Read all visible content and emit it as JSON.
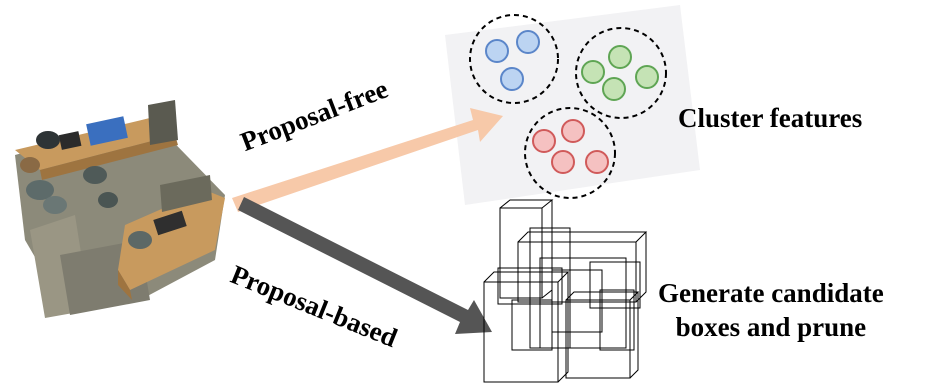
{
  "labels": {
    "proposal_free": "Proposal-free",
    "proposal_based": "Proposal-based",
    "cluster_features": "Cluster features",
    "generate_line1": "Generate candidate",
    "generate_line2": "boxes and prune"
  },
  "colors": {
    "arrow_free": "#f7c9a9",
    "arrow_based": "#555555",
    "cluster_blue_fill": "#bcd4f2",
    "cluster_blue_stroke": "#5b86c9",
    "cluster_green_fill": "#c5e3b5",
    "cluster_green_stroke": "#5fa554",
    "cluster_red_fill": "#f5c1c1",
    "cluster_red_stroke": "#d05a5a",
    "floor": "#8c8a7a",
    "desk": "#c89a5e",
    "monitor": "#3a6fbf"
  },
  "icons": [
    "office-point-cloud",
    "cluster-groups",
    "candidate-boxes"
  ]
}
